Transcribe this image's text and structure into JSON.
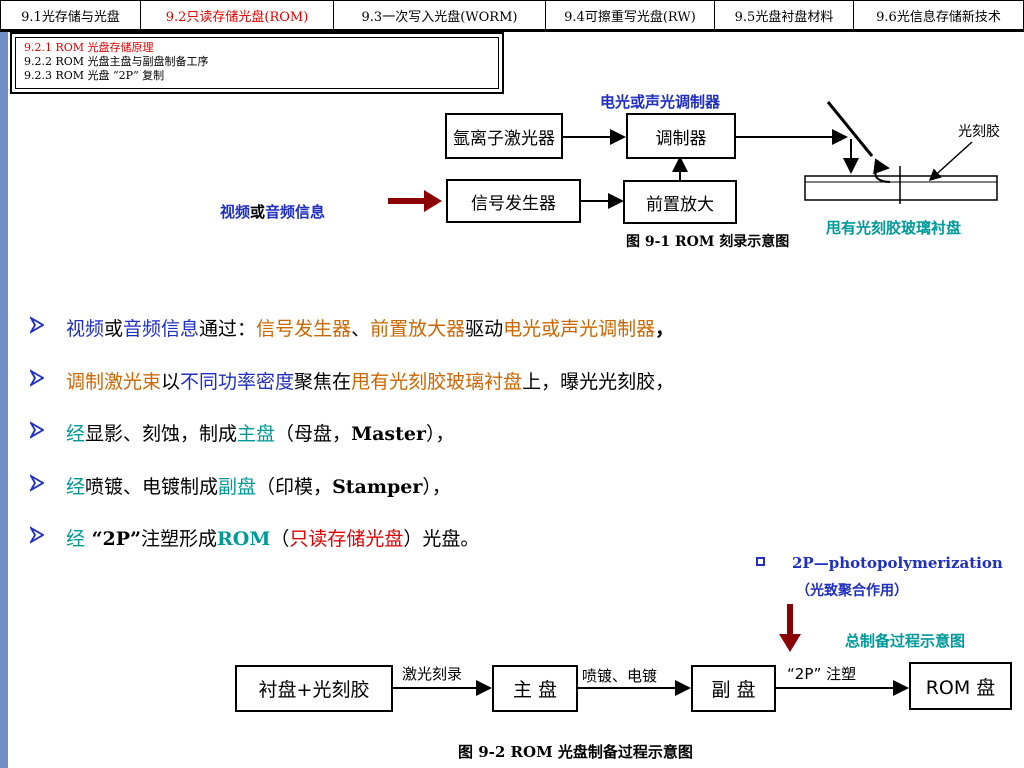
{
  "tabs": [
    {
      "label": "9.1光存储与光盘",
      "active": false
    },
    {
      "label": "9.2只读存储光盘(ROM)",
      "active": true
    },
    {
      "label": "9.3一次写入光盘(WORM)",
      "active": false
    },
    {
      "label": "9.4可擦重写光盘(RW)",
      "active": false
    },
    {
      "label": "9.5光盘衬盘材料",
      "active": false
    },
    {
      "label": "9.6光信息存储新技术",
      "active": false
    }
  ],
  "subnav": [
    "9.2.1 ROM 光盘存储原理",
    "9.2.2 ROM 光盘主盘与副盘制备工序",
    "9.2.3 ROM 光盘 “2P” 复制"
  ],
  "diagram1": {
    "boxes": {
      "laser": "氩离子激光器",
      "modulator": "调制器",
      "signal_gen": "信号发生器",
      "preamp": "前置放大"
    },
    "photoresist_label": "光刻胶",
    "caption": "图 9-1 ROM 刻录示意图",
    "annot_modulator": "电光或声光调制器",
    "annot_substrate": "甩有光刻胶玻璃衬盘",
    "input_label_a": "视频",
    "input_label_b": "或",
    "input_label_c": "音频信息"
  },
  "bullets": [
    {
      "parts": [
        "视频",
        "或",
        "音频信息",
        "通过：",
        "信号发生器",
        "、",
        "前置放大器",
        "驱动",
        "电光或声光调制器",
        "，"
      ]
    },
    {
      "parts": [
        "调制激光束",
        "以",
        "不同功率密度",
        "聚焦在",
        "甩有光刻胶玻璃衬盘",
        "上，曝光光刻胶，"
      ]
    },
    {
      "parts": [
        "经",
        "显影、刻蚀，制成",
        "主盘",
        "（母盘，",
        "Master",
        "），"
      ]
    },
    {
      "parts": [
        "经",
        "喷镀、电镀制成",
        "副盘",
        "（印模，",
        "Stamper",
        "），"
      ]
    },
    {
      "parts": [
        "经",
        " “2P”",
        "注塑形成",
        "ROM",
        "（",
        "只读存储光盘",
        "）光盘。"
      ]
    }
  ],
  "note": {
    "line1": "2P—photopolymerization",
    "line2": "（光致聚合作用）",
    "overall_label": "总制备过程示意图"
  },
  "diagram2": {
    "boxes": {
      "substrate": "衬盘+光刻胶",
      "master": "主 盘",
      "stamper": "副 盘",
      "rom": "ROM 盘"
    },
    "arrow1": "激光刻录",
    "arrow2": "喷镀、电镀",
    "arrow3": "“2P” 注塑",
    "caption": "图 9-2 ROM 光盘制备过程示意图"
  },
  "colors": {
    "blue": "#1f2fc0",
    "orange": "#cc6600",
    "teal": "#009999",
    "red": "#e00000",
    "dark_red_arrow": "#8b0000",
    "left_stripe": "#6f8fc7"
  },
  "icons": {
    "bullet": "arrowhead-bullet-icon",
    "note": "hollow-square-icon"
  }
}
